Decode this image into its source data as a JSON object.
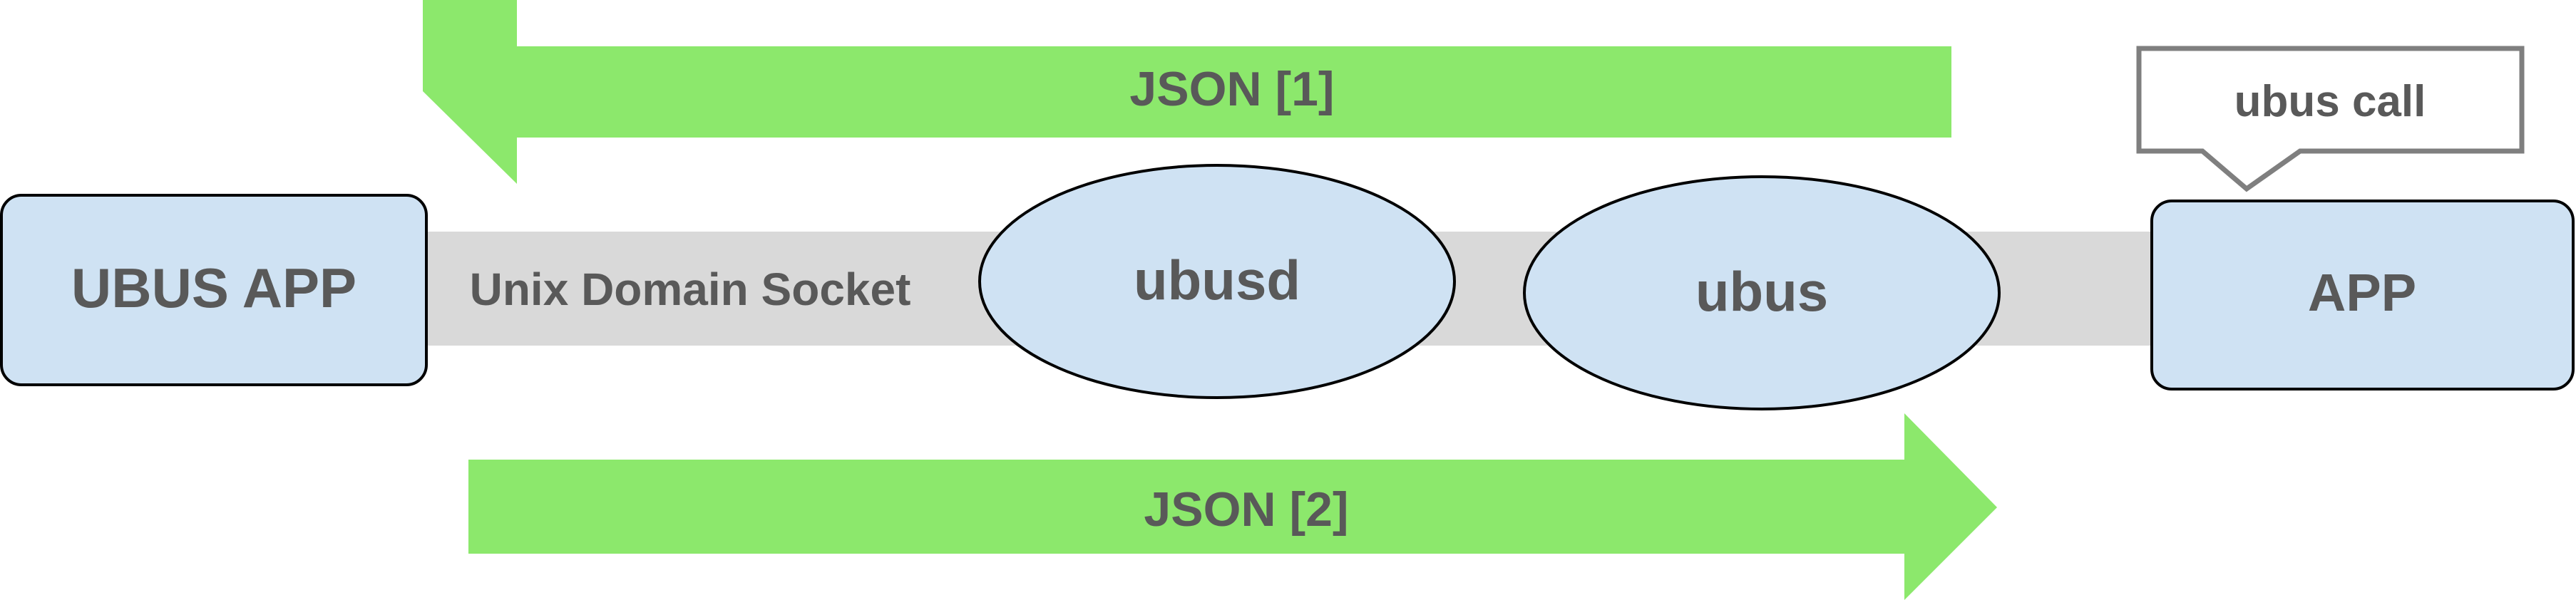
{
  "diagram": {
    "arrow_top": {
      "label": "JSON [1]",
      "direction": "left"
    },
    "arrow_bottom": {
      "label": "JSON [2]",
      "direction": "right"
    },
    "channel": {
      "label": "Unix Domain Socket"
    },
    "nodes": {
      "ubus_app": {
        "label": "UBUS APP"
      },
      "ubusd": {
        "label": "ubusd"
      },
      "ubus": {
        "label": "ubus"
      },
      "app": {
        "label": "APP"
      }
    },
    "callout": {
      "label": "ubus call"
    }
  },
  "colors": {
    "arrow_green": "#8ce86c",
    "channel_gray": "#d9d9d9",
    "node_fill": "#cfe2f3",
    "node_stroke": "#000000",
    "callout_stroke": "#7f7f7f",
    "text": "#595959"
  }
}
